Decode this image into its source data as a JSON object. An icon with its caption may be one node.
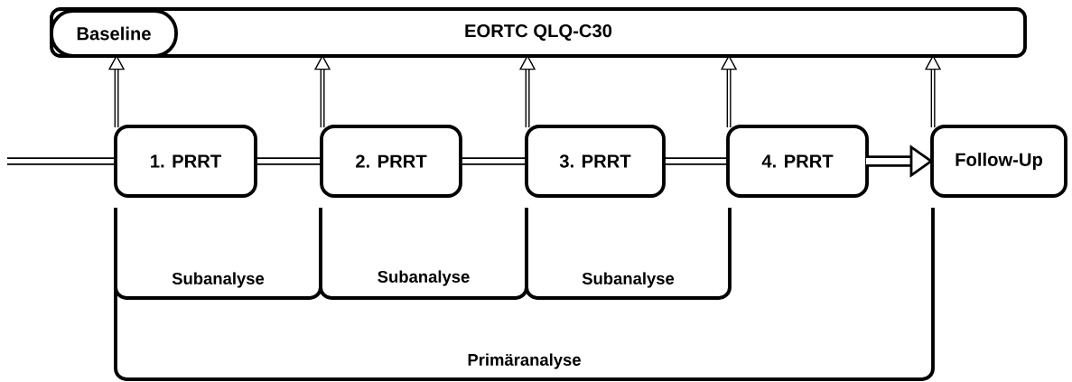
{
  "diagram": {
    "nodes": [
      {
        "text": [
          "EORTC QLQ-C30"
        ]
      },
      {
        "text": [
          "Baseline"
        ],
        "in": 0
      },
      {
        "text": [
          "1. PRRT"
        ]
      },
      {
        "text": [
          "2. PRRT"
        ]
      },
      {
        "text": [
          "3. PRRT"
        ]
      },
      {
        "text": [
          "4. PRRT"
        ]
      },
      {
        "text": [
          "Follow-Up"
        ]
      }
    ],
    "edges": [
      {
        "from": null,
        "to": 2,
        "arrow": "none"
      },
      {
        "from": 2,
        "to": 3,
        "arrow": "none"
      },
      {
        "from": 3,
        "to": 4,
        "arrow": "none"
      },
      {
        "from": 4,
        "to": 5,
        "arrow": "none"
      },
      {
        "from": 5,
        "to": 6,
        "arrow": "to",
        "style": "thick"
      },
      {
        "from": 2,
        "to": 1,
        "arrow": "to"
      },
      {
        "from": 3,
        "to": 0,
        "arrow": "to"
      },
      {
        "from": 4,
        "to": 0,
        "arrow": "to"
      },
      {
        "from": 5,
        "to": 0,
        "arrow": "to"
      },
      {
        "from": 6,
        "to": 0,
        "arrow": "to"
      }
    ],
    "labels": [
      "Subanalyse",
      "Subanalyse",
      "Subanalyse",
      "Primäranalyse"
    ]
  }
}
